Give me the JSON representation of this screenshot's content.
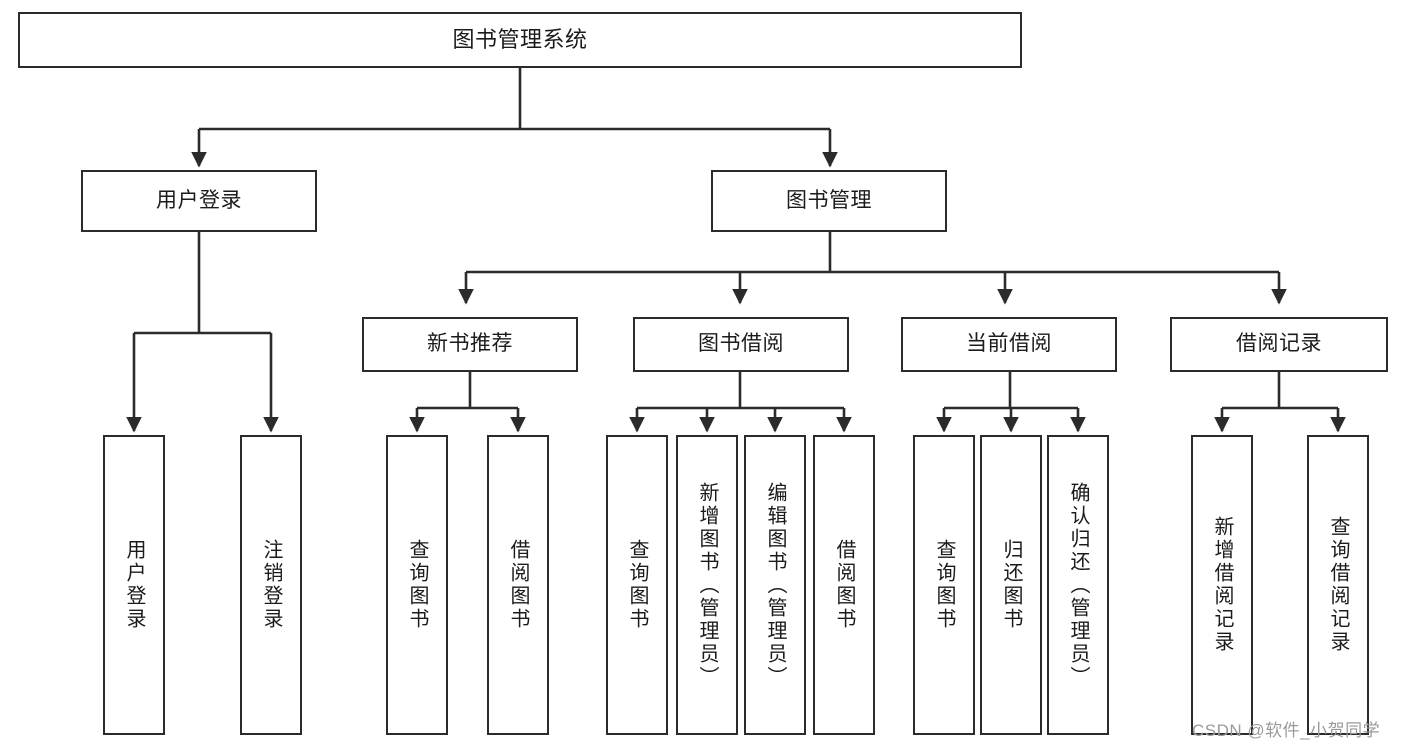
{
  "diagram": {
    "title": "图书管理系统",
    "type": "tree",
    "watermark": "CSDN @软件_小贺同学",
    "colors": {
      "box_border": "#2b2b2b",
      "box_fill": "#ffffff",
      "edge": "#2b2b2b",
      "text": "#1b1b1b",
      "watermark": "#9a9a9a"
    },
    "nodes": {
      "root": {
        "label": "图书管理系统",
        "level": 1,
        "orientation": "horizontal"
      },
      "l2": [
        {
          "id": "user_login",
          "label": "用户登录",
          "level": 2,
          "orientation": "horizontal"
        },
        {
          "id": "book_manage",
          "label": "图书管理",
          "level": 2,
          "orientation": "horizontal"
        }
      ],
      "l3": [
        {
          "id": "new_book_rec",
          "label": "新书推荐",
          "level": 3,
          "orientation": "horizontal"
        },
        {
          "id": "book_borrow",
          "label": "图书借阅",
          "level": 3,
          "orientation": "horizontal"
        },
        {
          "id": "current_borrow",
          "label": "当前借阅",
          "level": 3,
          "orientation": "horizontal"
        },
        {
          "id": "borrow_record",
          "label": "借阅记录",
          "level": 3,
          "orientation": "horizontal"
        }
      ],
      "leaves_user_login": [
        {
          "id": "leaf_user_login",
          "label": "用户登录",
          "orientation": "vertical"
        },
        {
          "id": "leaf_logout",
          "label": "注销登录",
          "orientation": "vertical"
        }
      ],
      "leaves_new_book_rec": [
        {
          "id": "leaf_query_book_1",
          "label": "查询图书",
          "orientation": "vertical"
        },
        {
          "id": "leaf_borrow_book_1",
          "label": "借阅图书",
          "orientation": "vertical"
        }
      ],
      "leaves_book_borrow": [
        {
          "id": "leaf_query_book_2",
          "label": "查询图书",
          "orientation": "vertical"
        },
        {
          "id": "leaf_add_book",
          "label": "新增图书（管理员）",
          "orientation": "vertical"
        },
        {
          "id": "leaf_edit_book",
          "label": "编辑图书（管理员）",
          "orientation": "vertical"
        },
        {
          "id": "leaf_borrow_book_2",
          "label": "借阅图书",
          "orientation": "vertical"
        }
      ],
      "leaves_current_borrow": [
        {
          "id": "leaf_query_book_3",
          "label": "查询图书",
          "orientation": "vertical"
        },
        {
          "id": "leaf_return_book",
          "label": "归还图书",
          "orientation": "vertical"
        },
        {
          "id": "leaf_confirm_return",
          "label": "确认归还（管理员）",
          "orientation": "vertical"
        }
      ],
      "leaves_borrow_record": [
        {
          "id": "leaf_add_record",
          "label": "新增借阅记录",
          "orientation": "vertical"
        },
        {
          "id": "leaf_query_record",
          "label": "查询借阅记录",
          "orientation": "vertical"
        }
      ]
    },
    "edges": [
      {
        "from": "root",
        "to": "user_login"
      },
      {
        "from": "root",
        "to": "book_manage"
      },
      {
        "from": "user_login",
        "to": "leaf_user_login"
      },
      {
        "from": "user_login",
        "to": "leaf_logout"
      },
      {
        "from": "book_manage",
        "to": "new_book_rec"
      },
      {
        "from": "book_manage",
        "to": "book_borrow"
      },
      {
        "from": "book_manage",
        "to": "current_borrow"
      },
      {
        "from": "book_manage",
        "to": "borrow_record"
      },
      {
        "from": "new_book_rec",
        "to": "leaf_query_book_1"
      },
      {
        "from": "new_book_rec",
        "to": "leaf_borrow_book_1"
      },
      {
        "from": "book_borrow",
        "to": "leaf_query_book_2"
      },
      {
        "from": "book_borrow",
        "to": "leaf_add_book"
      },
      {
        "from": "book_borrow",
        "to": "leaf_edit_book"
      },
      {
        "from": "book_borrow",
        "to": "leaf_borrow_book_2"
      },
      {
        "from": "current_borrow",
        "to": "leaf_query_book_3"
      },
      {
        "from": "current_borrow",
        "to": "leaf_return_book"
      },
      {
        "from": "current_borrow",
        "to": "leaf_confirm_return"
      },
      {
        "from": "borrow_record",
        "to": "leaf_add_record"
      },
      {
        "from": "borrow_record",
        "to": "leaf_query_record"
      }
    ]
  }
}
